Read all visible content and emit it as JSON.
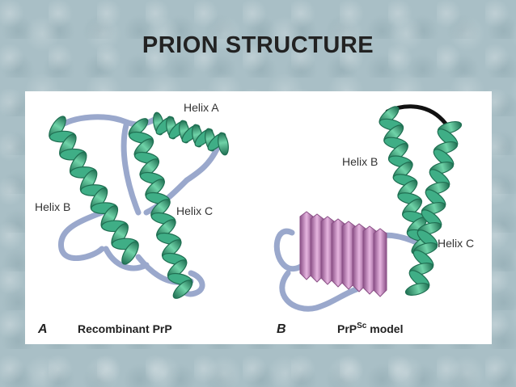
{
  "slide": {
    "title": "PRION STRUCTURE"
  },
  "panel_a": {
    "letter": "A",
    "caption": "Recombinant PrP",
    "labels": {
      "helix_a": "Helix A",
      "helix_b": "Helix B",
      "helix_c": "Helix C"
    }
  },
  "panel_b": {
    "letter": "B",
    "caption_main": "PrP",
    "caption_sup": "Sc",
    "caption_tail": " model",
    "labels": {
      "helix_b": "Helix B",
      "helix_c": "Helix C"
    }
  },
  "colors": {
    "helix": "#3fae86",
    "helix_dark": "#1f6f52",
    "coil": "#9aa8cc",
    "coil_dark": "#6f7fae",
    "beta": "#c990c4",
    "beta_dark": "#8a4f86",
    "linker": "#111111"
  }
}
